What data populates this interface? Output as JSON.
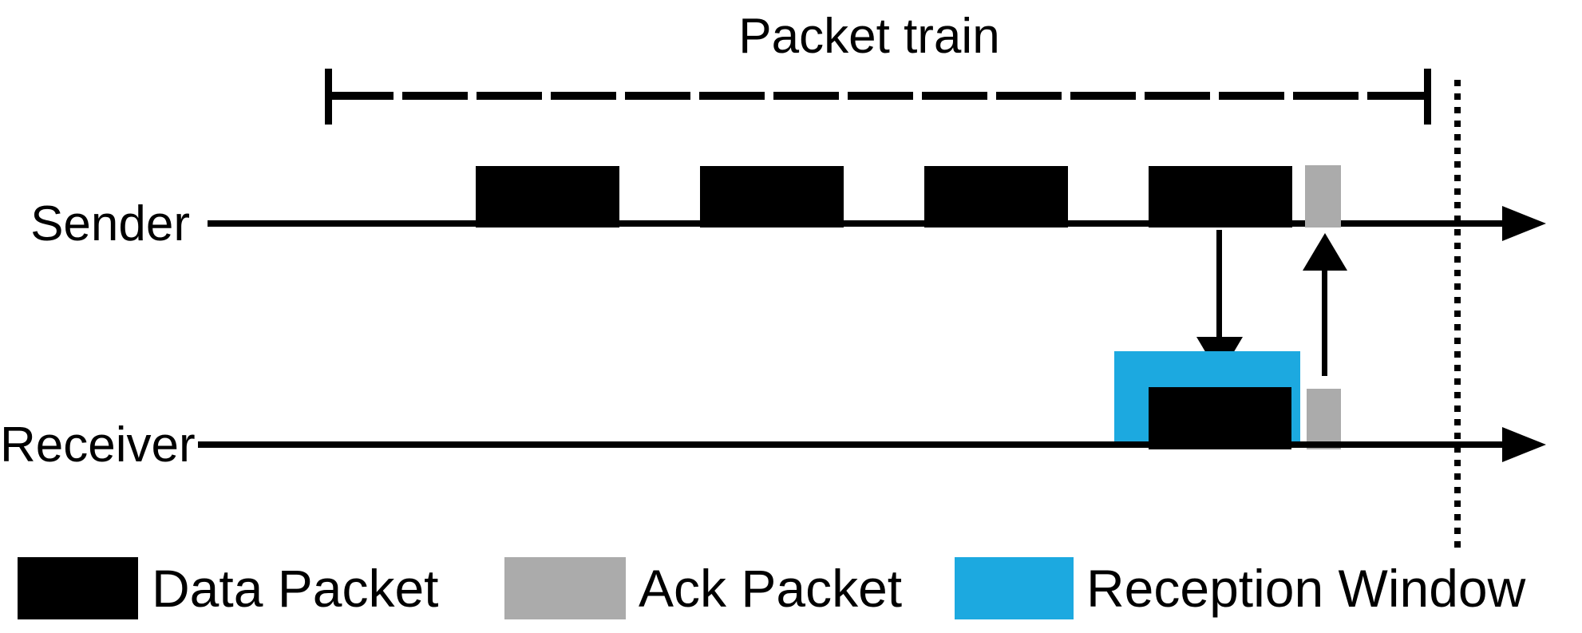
{
  "figure": {
    "title": "Packet train",
    "sender": {
      "label": "Sender",
      "data_packet_count": 4,
      "ack_packet_count": 1
    },
    "receiver": {
      "label": "Receiver",
      "data_packet_count": 1,
      "ack_packet_count": 1,
      "has_reception_window": true
    }
  },
  "colors": {
    "data_packet": "#000000",
    "ack_packet": "#ababab",
    "reception_window": "#1ca9e0",
    "line": "#000000"
  },
  "legend": [
    {
      "label": "Data Packet",
      "swatch": "data_packet"
    },
    {
      "label": "Ack Packet",
      "swatch": "ack_packet"
    },
    {
      "label": "Reception Window",
      "swatch": "reception_window"
    }
  ]
}
